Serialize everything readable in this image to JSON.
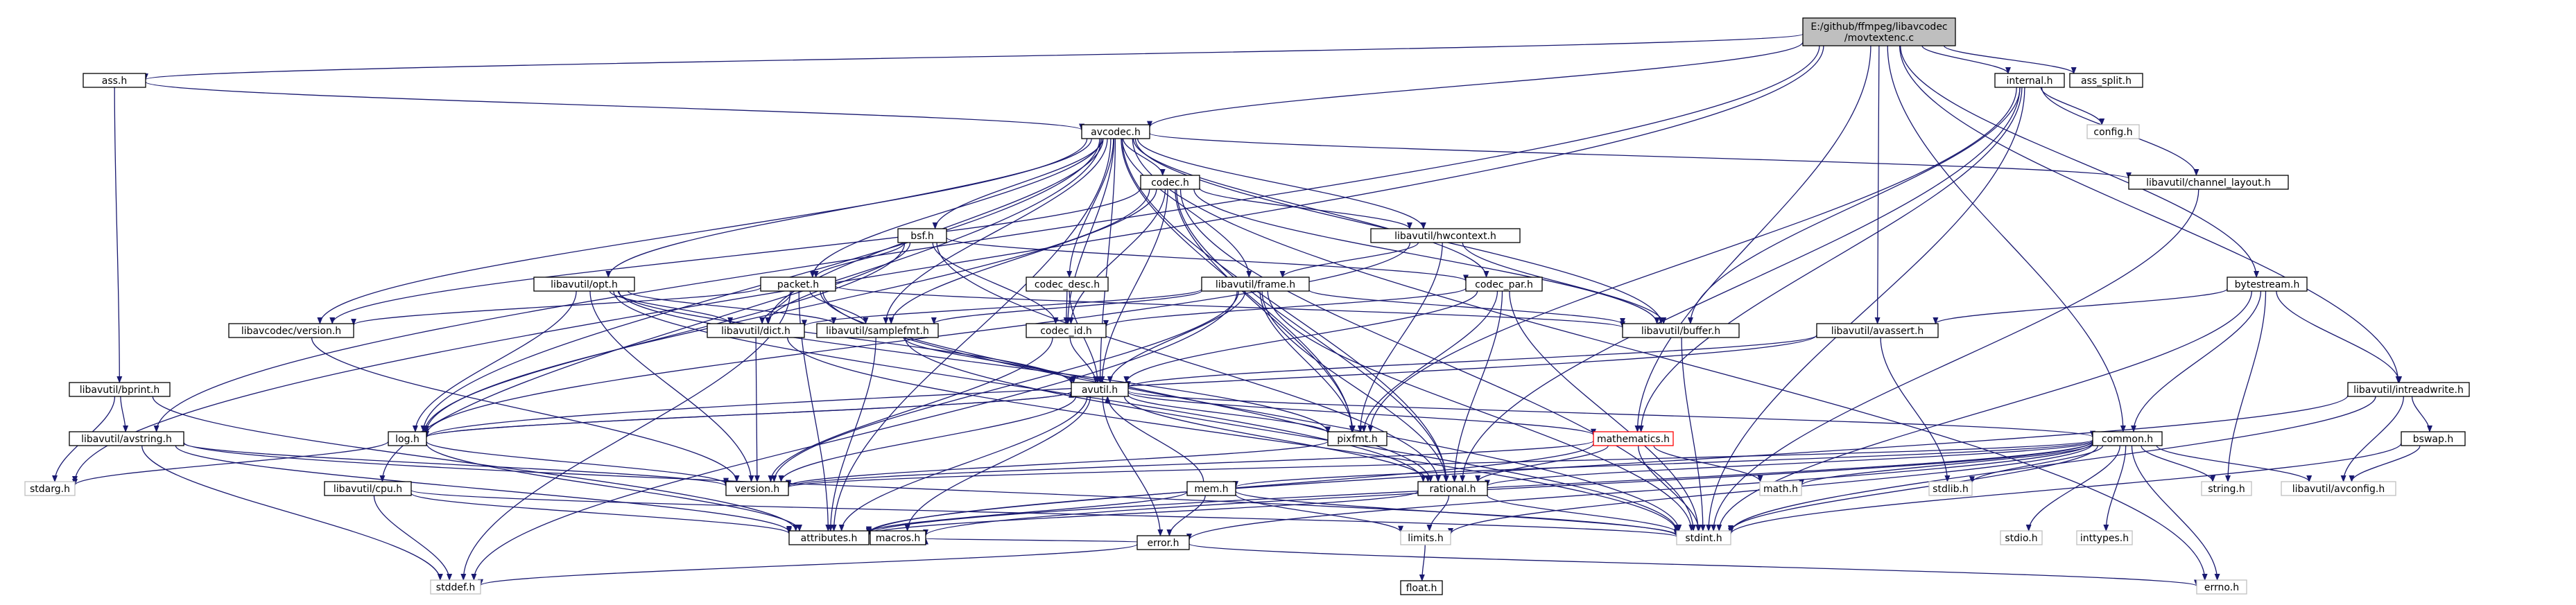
{
  "colors": {
    "edge": "#191970",
    "root_fill": "#bfbfbf",
    "node_border": "#000000",
    "missing_border": "#bfbfbf",
    "warn_border": "#ff0000",
    "text": "#000000"
  },
  "nodes": [
    {
      "id": "root",
      "label": "E:/github/ffmpeg/libavcodec\n/movtextenc.c",
      "kind": "root"
    },
    {
      "id": "ass",
      "label": "ass.h",
      "kind": "normal"
    },
    {
      "id": "ass_split",
      "label": "ass_split.h",
      "kind": "normal"
    },
    {
      "id": "internal",
      "label": "internal.h",
      "kind": "normal"
    },
    {
      "id": "config",
      "label": "config.h",
      "kind": "missing"
    },
    {
      "id": "avcodec",
      "label": "avcodec.h",
      "kind": "normal"
    },
    {
      "id": "channel_layout",
      "label": "libavutil/channel_layout.h",
      "kind": "normal"
    },
    {
      "id": "codec",
      "label": "codec.h",
      "kind": "normal"
    },
    {
      "id": "hwcontext",
      "label": "libavutil/hwcontext.h",
      "kind": "normal"
    },
    {
      "id": "bsf",
      "label": "bsf.h",
      "kind": "normal"
    },
    {
      "id": "codec_desc",
      "label": "codec_desc.h",
      "kind": "normal"
    },
    {
      "id": "frame",
      "label": "libavutil/frame.h",
      "kind": "normal"
    },
    {
      "id": "codec_par",
      "label": "codec_par.h",
      "kind": "normal"
    },
    {
      "id": "opt",
      "label": "libavutil/opt.h",
      "kind": "normal"
    },
    {
      "id": "packet",
      "label": "packet.h",
      "kind": "normal"
    },
    {
      "id": "lavc_version",
      "label": "libavcodec/version.h",
      "kind": "normal"
    },
    {
      "id": "dict",
      "label": "libavutil/dict.h",
      "kind": "normal"
    },
    {
      "id": "samplefmt",
      "label": "libavutil/samplefmt.h",
      "kind": "normal"
    },
    {
      "id": "codec_id",
      "label": "codec_id.h",
      "kind": "normal"
    },
    {
      "id": "buffer",
      "label": "libavutil/buffer.h",
      "kind": "normal"
    },
    {
      "id": "avassert",
      "label": "libavutil/avassert.h",
      "kind": "normal"
    },
    {
      "id": "bytestream",
      "label": "bytestream.h",
      "kind": "normal"
    },
    {
      "id": "bprint",
      "label": "libavutil/bprint.h",
      "kind": "normal"
    },
    {
      "id": "avstring",
      "label": "libavutil/avstring.h",
      "kind": "normal"
    },
    {
      "id": "avutil",
      "label": "avutil.h",
      "kind": "normal"
    },
    {
      "id": "log",
      "label": "log.h",
      "kind": "normal"
    },
    {
      "id": "pixfmt",
      "label": "pixfmt.h",
      "kind": "normal"
    },
    {
      "id": "mathematics",
      "label": "mathematics.h",
      "kind": "warn"
    },
    {
      "id": "common",
      "label": "common.h",
      "kind": "normal"
    },
    {
      "id": "intreadwrite",
      "label": "libavutil/intreadwrite.h",
      "kind": "normal"
    },
    {
      "id": "bswap",
      "label": "bswap.h",
      "kind": "normal"
    },
    {
      "id": "stdarg",
      "label": "stdarg.h",
      "kind": "missing"
    },
    {
      "id": "version",
      "label": "version.h",
      "kind": "normal"
    },
    {
      "id": "cpu",
      "label": "libavutil/cpu.h",
      "kind": "normal"
    },
    {
      "id": "mem",
      "label": "mem.h",
      "kind": "normal"
    },
    {
      "id": "rational",
      "label": "rational.h",
      "kind": "normal"
    },
    {
      "id": "math",
      "label": "math.h",
      "kind": "missing"
    },
    {
      "id": "stdlib",
      "label": "stdlib.h",
      "kind": "missing"
    },
    {
      "id": "stdio",
      "label": "stdio.h",
      "kind": "missing"
    },
    {
      "id": "inttypes",
      "label": "inttypes.h",
      "kind": "missing"
    },
    {
      "id": "string",
      "label": "string.h",
      "kind": "missing"
    },
    {
      "id": "avconfig",
      "label": "libavutil/avconfig.h",
      "kind": "missing"
    },
    {
      "id": "attributes",
      "label": "attributes.h",
      "kind": "normal"
    },
    {
      "id": "macros",
      "label": "macros.h",
      "kind": "normal"
    },
    {
      "id": "limits",
      "label": "limits.h",
      "kind": "missing"
    },
    {
      "id": "stdint",
      "label": "stdint.h",
      "kind": "missing"
    },
    {
      "id": "error",
      "label": "error.h",
      "kind": "normal"
    },
    {
      "id": "float",
      "label": "float.h",
      "kind": "normal"
    },
    {
      "id": "stddef",
      "label": "stddef.h",
      "kind": "missing"
    },
    {
      "id": "errno",
      "label": "errno.h",
      "kind": "missing"
    }
  ],
  "edges": [
    [
      "root",
      "ass"
    ],
    [
      "root",
      "ass_split"
    ],
    [
      "root",
      "internal"
    ],
    [
      "root",
      "avcodec"
    ],
    [
      "root",
      "bytestream"
    ],
    [
      "root",
      "avassert"
    ],
    [
      "root",
      "avstring"
    ],
    [
      "root",
      "common"
    ],
    [
      "root",
      "intreadwrite"
    ],
    [
      "root",
      "stdarg"
    ],
    [
      "root",
      "mathematics"
    ],
    [
      "ass",
      "avcodec"
    ],
    [
      "ass",
      "bprint"
    ],
    [
      "internal",
      "config"
    ],
    [
      "internal",
      "channel_layout"
    ],
    [
      "internal",
      "buffer"
    ],
    [
      "internal",
      "rational"
    ],
    [
      "internal",
      "stdint"
    ],
    [
      "internal",
      "pixfmt"
    ],
    [
      "internal",
      "mathematics"
    ],
    [
      "avcodec",
      "channel_layout"
    ],
    [
      "avcodec",
      "codec"
    ],
    [
      "avcodec",
      "hwcontext"
    ],
    [
      "avcodec",
      "bsf"
    ],
    [
      "avcodec",
      "codec_desc"
    ],
    [
      "avcodec",
      "frame"
    ],
    [
      "avcodec",
      "codec_par"
    ],
    [
      "avcodec",
      "opt"
    ],
    [
      "avcodec",
      "packet"
    ],
    [
      "avcodec",
      "lavc_version"
    ],
    [
      "avcodec",
      "dict"
    ],
    [
      "avcodec",
      "samplefmt"
    ],
    [
      "avcodec",
      "codec_id"
    ],
    [
      "avcodec",
      "buffer"
    ],
    [
      "avcodec",
      "avutil"
    ],
    [
      "avcodec",
      "log"
    ],
    [
      "avcodec",
      "pixfmt"
    ],
    [
      "avcodec",
      "rational"
    ],
    [
      "avcodec",
      "attributes"
    ],
    [
      "avcodec",
      "cpu"
    ],
    [
      "avcodec",
      "errno"
    ],
    [
      "channel_layout",
      "stdint"
    ],
    [
      "codec",
      "hwcontext"
    ],
    [
      "codec",
      "codec_id"
    ],
    [
      "codec",
      "avutil"
    ],
    [
      "codec",
      "log"
    ],
    [
      "codec",
      "pixfmt"
    ],
    [
      "codec",
      "rational"
    ],
    [
      "codec",
      "samplefmt"
    ],
    [
      "codec",
      "lavc_version"
    ],
    [
      "codec",
      "buffer"
    ],
    [
      "codec",
      "stdint"
    ],
    [
      "hwcontext",
      "frame"
    ],
    [
      "hwcontext",
      "buffer"
    ],
    [
      "hwcontext",
      "pixfmt"
    ],
    [
      "hwcontext",
      "log"
    ],
    [
      "bsf",
      "packet"
    ],
    [
      "bsf",
      "codec_par"
    ],
    [
      "bsf",
      "codec_id"
    ],
    [
      "bsf",
      "dict"
    ],
    [
      "bsf",
      "log"
    ],
    [
      "bsf",
      "rational"
    ],
    [
      "codec_desc",
      "avutil"
    ],
    [
      "codec_desc",
      "codec_id"
    ],
    [
      "frame",
      "avutil"
    ],
    [
      "frame",
      "buffer"
    ],
    [
      "frame",
      "dict"
    ],
    [
      "frame",
      "rational"
    ],
    [
      "frame",
      "samplefmt"
    ],
    [
      "frame",
      "pixfmt"
    ],
    [
      "frame",
      "version"
    ],
    [
      "frame",
      "stddef"
    ],
    [
      "frame",
      "stdint"
    ],
    [
      "codec_par",
      "avutil"
    ],
    [
      "codec_par",
      "rational"
    ],
    [
      "codec_par",
      "pixfmt"
    ],
    [
      "codec_par",
      "codec_id"
    ],
    [
      "codec_par",
      "stdint"
    ],
    [
      "opt",
      "dict"
    ],
    [
      "opt",
      "rational"
    ],
    [
      "opt",
      "avutil"
    ],
    [
      "opt",
      "samplefmt"
    ],
    [
      "opt",
      "pixfmt"
    ],
    [
      "opt",
      "log"
    ],
    [
      "opt",
      "version"
    ],
    [
      "packet",
      "attributes"
    ],
    [
      "packet",
      "buffer"
    ],
    [
      "packet",
      "dict"
    ],
    [
      "packet",
      "rational"
    ],
    [
      "packet",
      "lavc_version"
    ],
    [
      "packet",
      "stddef"
    ],
    [
      "packet",
      "stdint"
    ],
    [
      "packet",
      "samplefmt"
    ],
    [
      "lavc_version",
      "version"
    ],
    [
      "dict",
      "version"
    ],
    [
      "dict",
      "stdint"
    ],
    [
      "samplefmt",
      "avutil"
    ],
    [
      "samplefmt",
      "attributes"
    ],
    [
      "samplefmt",
      "stdint"
    ],
    [
      "codec_id",
      "avutil"
    ],
    [
      "codec_id",
      "version"
    ],
    [
      "buffer",
      "stdint"
    ],
    [
      "avassert",
      "avutil"
    ],
    [
      "avassert",
      "log"
    ],
    [
      "avassert",
      "stdlib"
    ],
    [
      "bytestream",
      "avassert"
    ],
    [
      "bytestream",
      "common"
    ],
    [
      "bytestream",
      "intreadwrite"
    ],
    [
      "bytestream",
      "stdint"
    ],
    [
      "bytestream",
      "string"
    ],
    [
      "bprint",
      "avstring"
    ],
    [
      "bprint",
      "stdarg"
    ],
    [
      "bprint",
      "attributes"
    ],
    [
      "avstring",
      "stddef"
    ],
    [
      "avstring",
      "stdint"
    ],
    [
      "avstring",
      "attributes"
    ],
    [
      "avstring",
      "version"
    ],
    [
      "avutil",
      "common"
    ],
    [
      "avutil",
      "error"
    ],
    [
      "avutil",
      "version"
    ],
    [
      "avutil",
      "mathematics"
    ],
    [
      "avutil",
      "rational"
    ],
    [
      "avutil",
      "log"
    ],
    [
      "avutil",
      "pixfmt"
    ],
    [
      "avutil",
      "macros"
    ],
    [
      "avutil",
      "attributes"
    ],
    [
      "log",
      "stdarg"
    ],
    [
      "log",
      "attributes"
    ],
    [
      "log",
      "version"
    ],
    [
      "log",
      "avutil"
    ],
    [
      "pixfmt",
      "version"
    ],
    [
      "mathematics",
      "stdint"
    ],
    [
      "mathematics",
      "math"
    ],
    [
      "mathematics",
      "attributes"
    ],
    [
      "mathematics",
      "rational"
    ],
    [
      "mathematics",
      "version"
    ],
    [
      "common",
      "errno"
    ],
    [
      "common",
      "inttypes"
    ],
    [
      "common",
      "limits"
    ],
    [
      "common",
      "math"
    ],
    [
      "common",
      "stdint"
    ],
    [
      "common",
      "stdio"
    ],
    [
      "common",
      "stdlib"
    ],
    [
      "common",
      "string"
    ],
    [
      "common",
      "attributes"
    ],
    [
      "common",
      "macros"
    ],
    [
      "common",
      "version"
    ],
    [
      "common",
      "avconfig"
    ],
    [
      "common",
      "mem"
    ],
    [
      "common",
      "error"
    ],
    [
      "common",
      "rational"
    ],
    [
      "intreadwrite",
      "avconfig"
    ],
    [
      "intreadwrite",
      "attributes"
    ],
    [
      "intreadwrite",
      "bswap"
    ],
    [
      "intreadwrite",
      "stdint"
    ],
    [
      "bswap",
      "avconfig"
    ],
    [
      "bswap",
      "stdint"
    ],
    [
      "cpu",
      "stddef"
    ],
    [
      "cpu",
      "attributes"
    ],
    [
      "cpu",
      "stdint"
    ],
    [
      "mem",
      "limits"
    ],
    [
      "mem",
      "stdint"
    ],
    [
      "mem",
      "attributes"
    ],
    [
      "mem",
      "error"
    ],
    [
      "mem",
      "avutil"
    ],
    [
      "rational",
      "stdint"
    ],
    [
      "rational",
      "limits"
    ],
    [
      "rational",
      "attributes"
    ],
    [
      "error",
      "errno"
    ],
    [
      "error",
      "stddef"
    ],
    [
      "error",
      "macros"
    ],
    [
      "limits",
      "float"
    ]
  ]
}
